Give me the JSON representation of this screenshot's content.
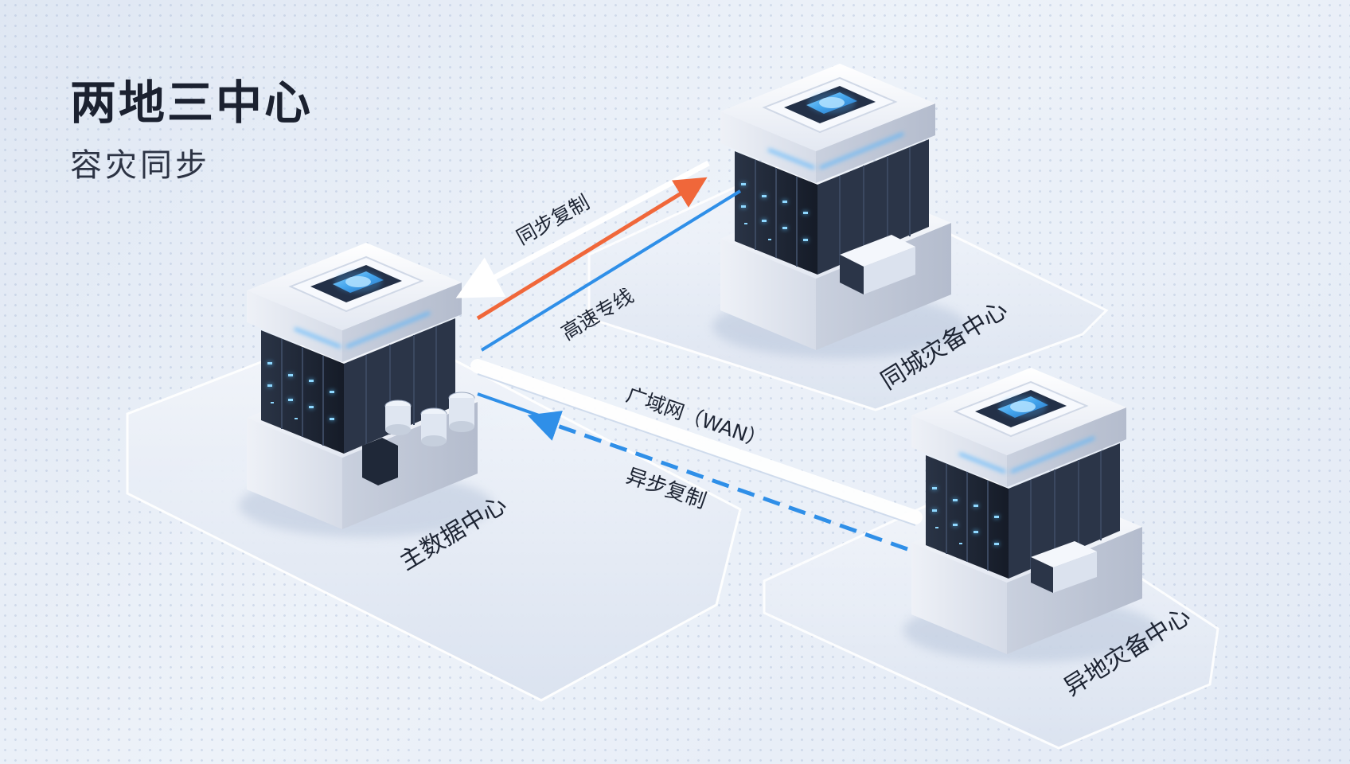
{
  "title": {
    "main": "两地三中心",
    "sub": "容灾同步"
  },
  "centers": {
    "primary": "主数据中心",
    "same_city": "同城灾备中心",
    "remote": "异地灾备中心"
  },
  "links": {
    "sync_replication": "同步复制",
    "dedicated_line": "高速专线",
    "wan": "广域网（WAN）",
    "async_replication": "异步复制"
  },
  "colors": {
    "sync_arrow": "#f0673a",
    "dedicated_line": "#2f8fe8",
    "async_arrow": "#2f8fe8",
    "wan_band": "#ffffff",
    "glow": "#4fb3ff"
  }
}
